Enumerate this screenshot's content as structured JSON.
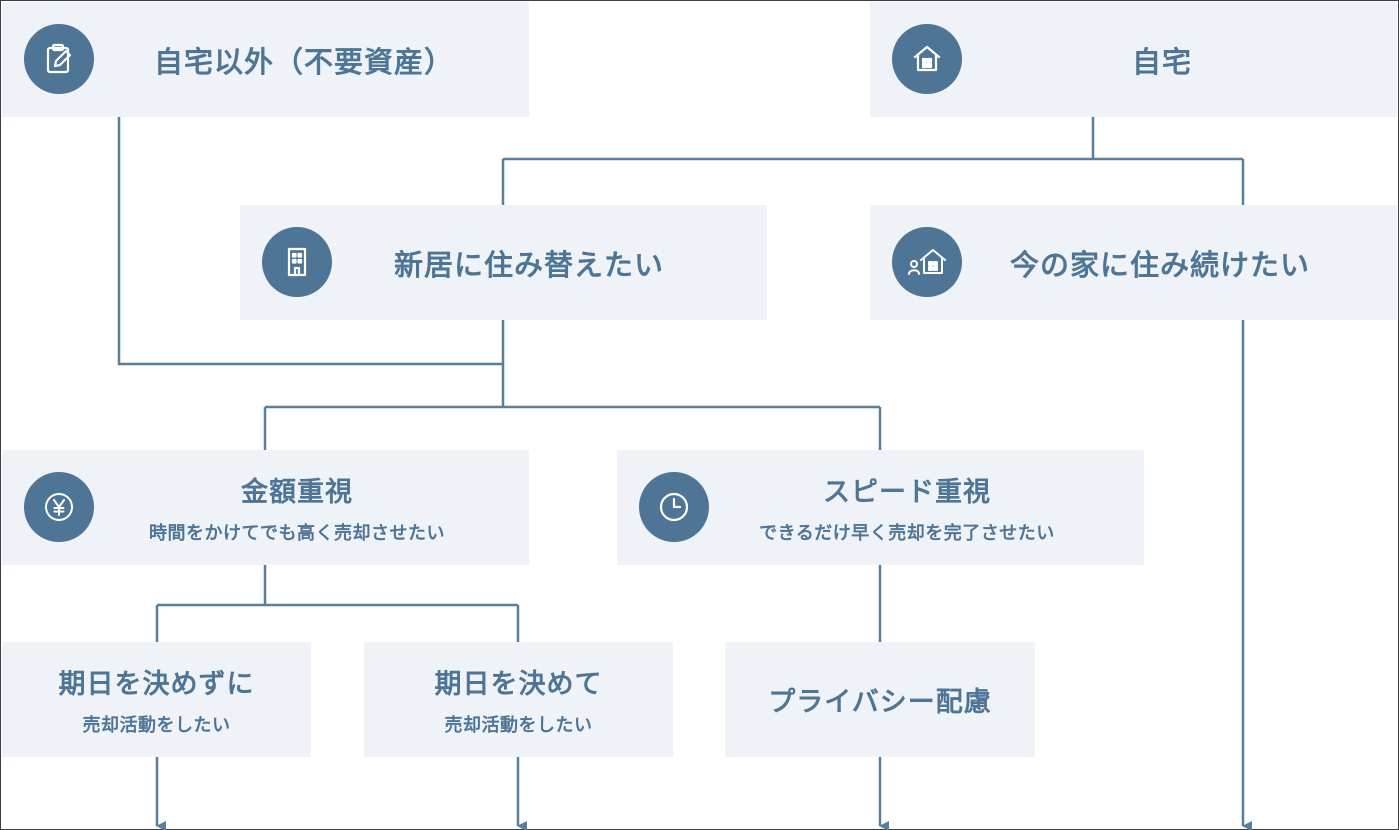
{
  "nodes": {
    "other_assets": {
      "title": "自宅以外（不要資産）",
      "icon": "clipboard-edit-icon"
    },
    "home": {
      "title": "自宅",
      "icon": "house-icon"
    },
    "relocate": {
      "title": "新居に住み替えたい",
      "icon": "building-icon"
    },
    "stay": {
      "title": "今の家に住み続けたい",
      "icon": "house-with-person-icon"
    },
    "price_priority": {
      "title": "金額重視",
      "subtitle": "時間をかけてでも高く売却させたい",
      "icon": "yen-coin-icon"
    },
    "speed_priority": {
      "title": "スピード重視",
      "subtitle": "できるだけ早く売却を完了させたい",
      "icon": "clock-icon"
    },
    "no_deadline": {
      "title": "期日を決めずに",
      "subtitle": "売却活動をしたい"
    },
    "with_deadline": {
      "title": "期日を決めて",
      "subtitle": "売却活動をしたい"
    },
    "privacy": {
      "title": "プライバシー配慮"
    }
  },
  "colors": {
    "accent": "#4f7596",
    "box_background": "#eff3f7",
    "connector": "#5a7f9c"
  }
}
